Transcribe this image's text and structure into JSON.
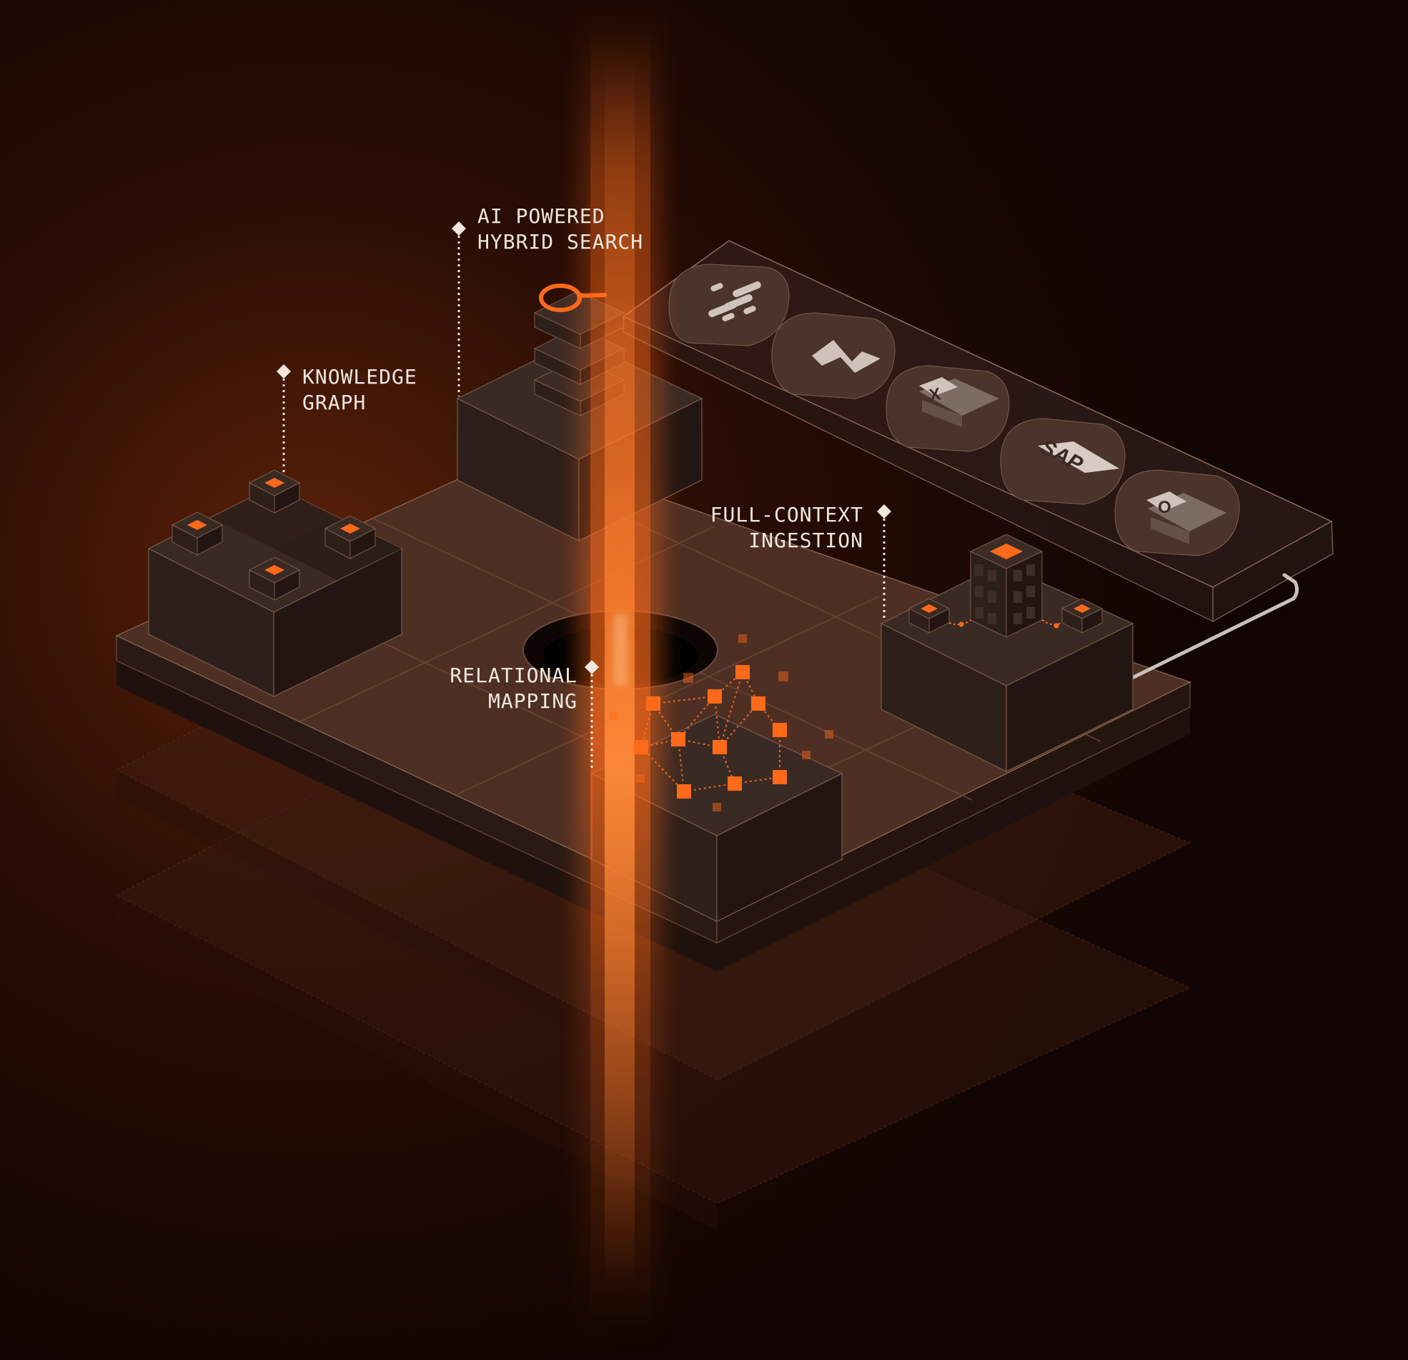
{
  "labels": {
    "hybrid_search": [
      "AI POWERED",
      "HYBRID SEARCH"
    ],
    "knowledge_graph": [
      "KNOWLEDGE",
      "GRAPH"
    ],
    "full_context": [
      "FULL-CONTEXT",
      "INGESTION"
    ],
    "relational": [
      "RELATIONAL",
      "MAPPING"
    ]
  },
  "integrations": [
    {
      "name": "Slack",
      "icon": "slack-icon"
    },
    {
      "name": "Gmail",
      "icon": "gmail-icon"
    },
    {
      "name": "Excel",
      "icon": "excel-icon",
      "glyph": "X"
    },
    {
      "name": "SAP",
      "icon": "sap-icon",
      "glyph": "SAP"
    },
    {
      "name": "Outlook",
      "icon": "outlook-icon",
      "glyph": "O"
    }
  ],
  "colors": {
    "background": "#140604",
    "accent": "#ff6a1a",
    "platform": "#4e2f23",
    "block_top": "#3a2a24",
    "label": "#f1e7dd"
  }
}
